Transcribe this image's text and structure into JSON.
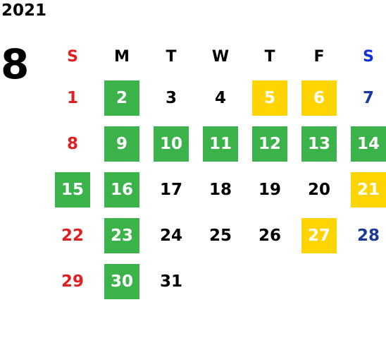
{
  "year": "2021",
  "month": "8",
  "colors": {
    "sunday_red": "#e02020",
    "saturday_blue": "#1a3a9a",
    "saturday_header_blue": "#1030d8",
    "black": "#000000",
    "white": "#ffffff",
    "green": "#3bb34a",
    "yellow": "#ffd400"
  },
  "weekdays": [
    "S",
    "M",
    "T",
    "W",
    "T",
    "F",
    "S"
  ],
  "weeks": [
    [
      {
        "day": "1",
        "color": "sunday_red",
        "highlight": ""
      },
      {
        "day": "2",
        "color": "white",
        "highlight": "green"
      },
      {
        "day": "3",
        "color": "black",
        "highlight": ""
      },
      {
        "day": "4",
        "color": "black",
        "highlight": ""
      },
      {
        "day": "5",
        "color": "white",
        "highlight": "yellow"
      },
      {
        "day": "6",
        "color": "white",
        "highlight": "yellow"
      },
      {
        "day": "7",
        "color": "saturday_blue",
        "highlight": ""
      }
    ],
    [
      {
        "day": "8",
        "color": "sunday_red",
        "highlight": ""
      },
      {
        "day": "9",
        "color": "white",
        "highlight": "green"
      },
      {
        "day": "10",
        "color": "white",
        "highlight": "green"
      },
      {
        "day": "11",
        "color": "white",
        "highlight": "green"
      },
      {
        "day": "12",
        "color": "white",
        "highlight": "green"
      },
      {
        "day": "13",
        "color": "white",
        "highlight": "green"
      },
      {
        "day": "14",
        "color": "white",
        "highlight": "green"
      }
    ],
    [
      {
        "day": "15",
        "color": "white",
        "highlight": "green"
      },
      {
        "day": "16",
        "color": "white",
        "highlight": "green"
      },
      {
        "day": "17",
        "color": "black",
        "highlight": ""
      },
      {
        "day": "18",
        "color": "black",
        "highlight": ""
      },
      {
        "day": "19",
        "color": "black",
        "highlight": ""
      },
      {
        "day": "20",
        "color": "black",
        "highlight": ""
      },
      {
        "day": "21",
        "color": "white",
        "highlight": "yellow"
      }
    ],
    [
      {
        "day": "22",
        "color": "sunday_red",
        "highlight": ""
      },
      {
        "day": "23",
        "color": "white",
        "highlight": "green"
      },
      {
        "day": "24",
        "color": "black",
        "highlight": ""
      },
      {
        "day": "25",
        "color": "black",
        "highlight": ""
      },
      {
        "day": "26",
        "color": "black",
        "highlight": ""
      },
      {
        "day": "27",
        "color": "white",
        "highlight": "yellow"
      },
      {
        "day": "28",
        "color": "saturday_blue",
        "highlight": ""
      }
    ],
    [
      {
        "day": "29",
        "color": "sunday_red",
        "highlight": ""
      },
      {
        "day": "30",
        "color": "white",
        "highlight": "green"
      },
      {
        "day": "31",
        "color": "black",
        "highlight": ""
      }
    ]
  ]
}
